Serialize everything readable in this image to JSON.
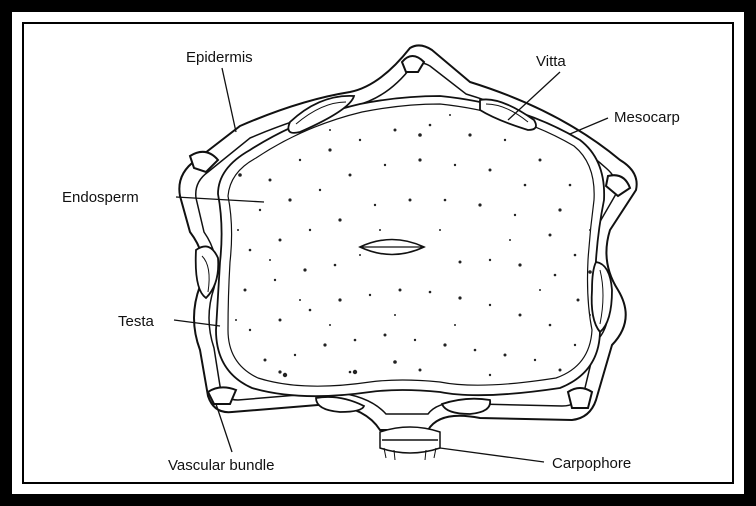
{
  "labels": {
    "epidermis": "Epidermis",
    "vitta": "Vitta",
    "mesocarp": "Mesocarp",
    "endosperm": "Endosperm",
    "testa": "Testa",
    "vascular_bundle": "Vascular bundle",
    "carpophore": "Carpophore"
  }
}
